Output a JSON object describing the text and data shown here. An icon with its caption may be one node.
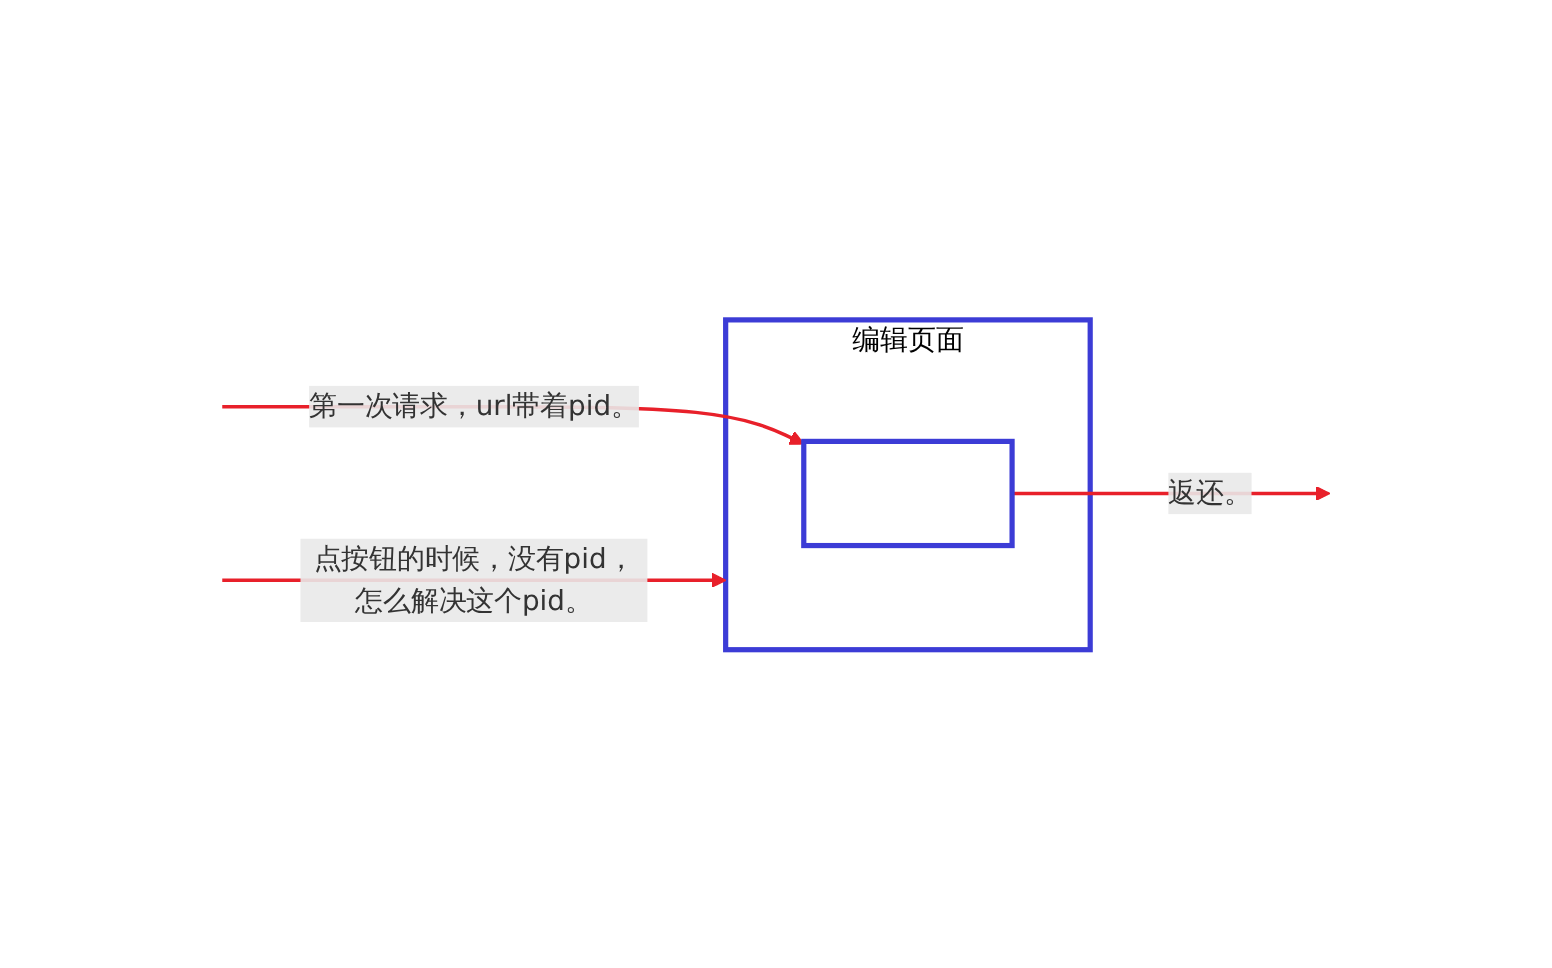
{
  "diagram": {
    "nodes": [
      {
        "text": [
          "编辑页面"
        ]
      },
      {
        "text": [],
        "shape": "box",
        "in": 0
      }
    ],
    "edges": [
      {
        "from": null,
        "to": 1,
        "arrow": "to",
        "label": "第一次请求，url带着pid。"
      },
      {
        "from": 1,
        "to": null,
        "arrow": "to",
        "label": "返还。"
      },
      {
        "from": null,
        "to": 0,
        "arrow": "to",
        "label": "点按钮的时候，没有pid，怎么解决这个pid。"
      }
    ]
  }
}
